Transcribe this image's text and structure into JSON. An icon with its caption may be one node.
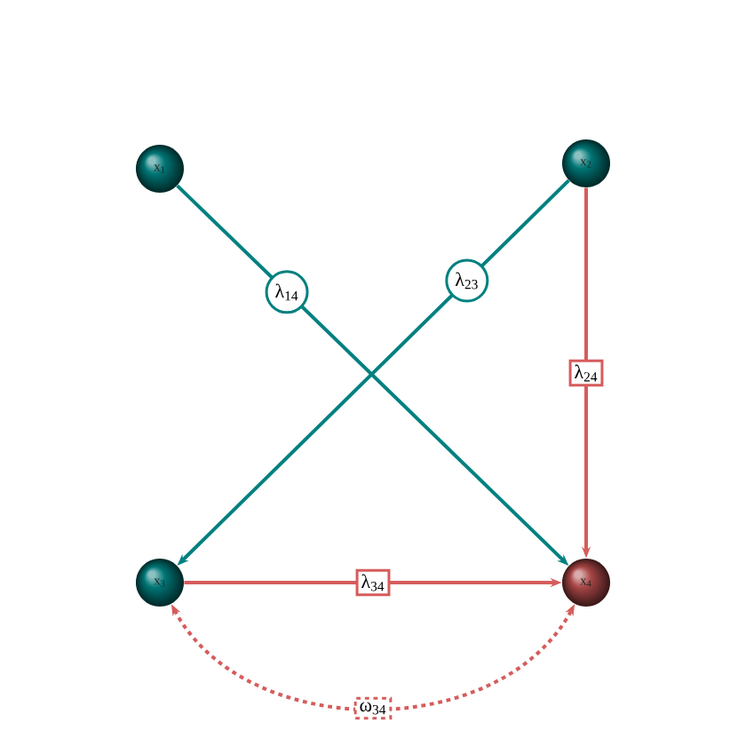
{
  "diagram": {
    "nodes": [
      {
        "text": [
          "x$_{1}$"
        ]
      },
      {
        "text": [
          "x$_{2}$"
        ]
      },
      {
        "text": [
          "x$_{3}$"
        ]
      },
      {
        "text": [
          "x$_{4}$"
        ]
      }
    ],
    "edges": [
      {
        "from": 0,
        "to": 3,
        "arrow": "to",
        "label": "λ$_{14}$",
        "color": "#008080"
      },
      {
        "from": 1,
        "to": 2,
        "arrow": "to",
        "label": "λ$_{23}$",
        "color": "#008080"
      },
      {
        "from": 1,
        "to": 3,
        "arrow": "to",
        "label": "λ$_{24}$",
        "color": "#d65c5c"
      },
      {
        "from": 2,
        "to": 3,
        "arrow": "to",
        "label": "λ$_{34}$",
        "color": "#d65c5c"
      },
      {
        "from": 2,
        "to": 3,
        "arrow": "both",
        "label": "ω$_{34}$",
        "style": "dashed",
        "color": "#d65c5c"
      }
    ]
  }
}
